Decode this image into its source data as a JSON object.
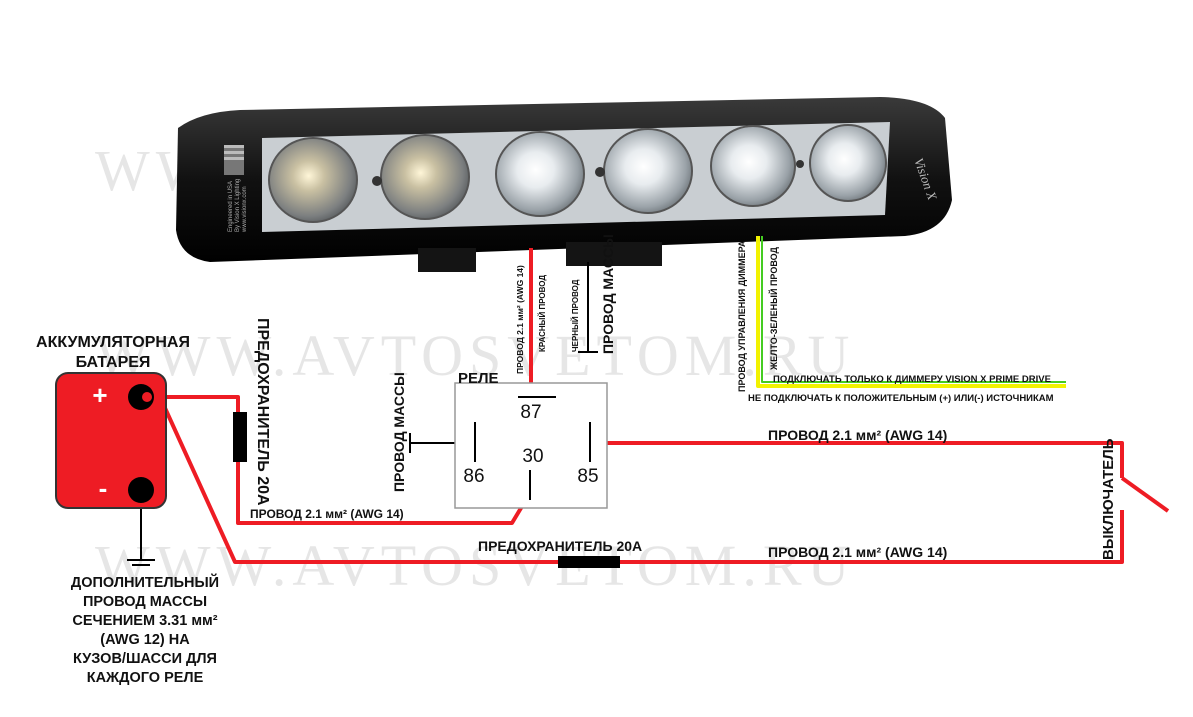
{
  "watermark": "WWW.AVTOSVETOM.RU",
  "light_bar": {
    "brand_text": "Vision X",
    "label_line1": "Engineered in USA",
    "label_line2": "By Vision X Lighting",
    "label_line3": "www.visionx.com",
    "led_count": 6
  },
  "battery": {
    "title_line1": "АККУМУЛЯТОРНАЯ",
    "title_line2": "БАТАРЕЯ",
    "plus": "+",
    "minus": "-"
  },
  "ground_note": {
    "line1": "ДОПОЛНИТЕЛЬНЫЙ",
    "line2": "ПРОВОД МАССЫ",
    "line3": "СЕЧЕНИЕМ 3.31 мм²",
    "line4": "(AWG 12) НА",
    "line5": "КУЗОВ/ШАССИ ДЛЯ",
    "line6": "КАЖДОГО РЕЛЕ"
  },
  "fuse_vertical": "ПРЕДОХРАНИТЕЛЬ 20А",
  "fuse_bottom": "ПРЕДОХРАНИТЕЛЬ 20А",
  "relay": {
    "title": "РЕЛЕ",
    "pin_87": "87",
    "pin_86": "86",
    "pin_30": "30",
    "pin_85": "85",
    "ground_label": "ПРОВОД МАССЫ"
  },
  "wires": {
    "fuse_to_30": "ПРОВОД 2.1 мм² (AWG 14)",
    "relay_to_switch": "ПРОВОД 2.1 мм² (AWG 14)",
    "bottom": "ПРОВОД 2.1 мм² (AWG 14)",
    "red_line1": "ПРОВОД 2.1 мм² (AWG 14)",
    "red_line2": "КРАСНЫЙ ПРОВОД",
    "black_small": "ЧЕРНЫЙ ПРОВОД",
    "black_big": "ПРОВОД МАССЫ",
    "dimmer_line1": "ПРОВОД УПРАВЛЕНИЯ ДИММЕРА",
    "dimmer_line2": "ЖЕЛТО-ЗЕЛЕНЫЙ ПРОВОД"
  },
  "dimmer_notes": {
    "line1": "ПОДКЛЮЧАТЬ ТОЛЬКО К ДИММЕРУ VISION X PRIME DRIVE",
    "line2": "НЕ ПОДКЛЮЧАТЬ К ПОЛОЖИТЕЛЬНЫМ (+) ИЛИ(-) ИСТОЧНИКАМ"
  },
  "switch_label": "ВЫКЛЮЧАТЕЛЬ",
  "colors": {
    "wire_red": "#ee1c24",
    "wire_black": "#000000",
    "wire_yellow": "#f2f200",
    "wire_green": "#44cc22",
    "battery_red": "#ee1c24"
  }
}
